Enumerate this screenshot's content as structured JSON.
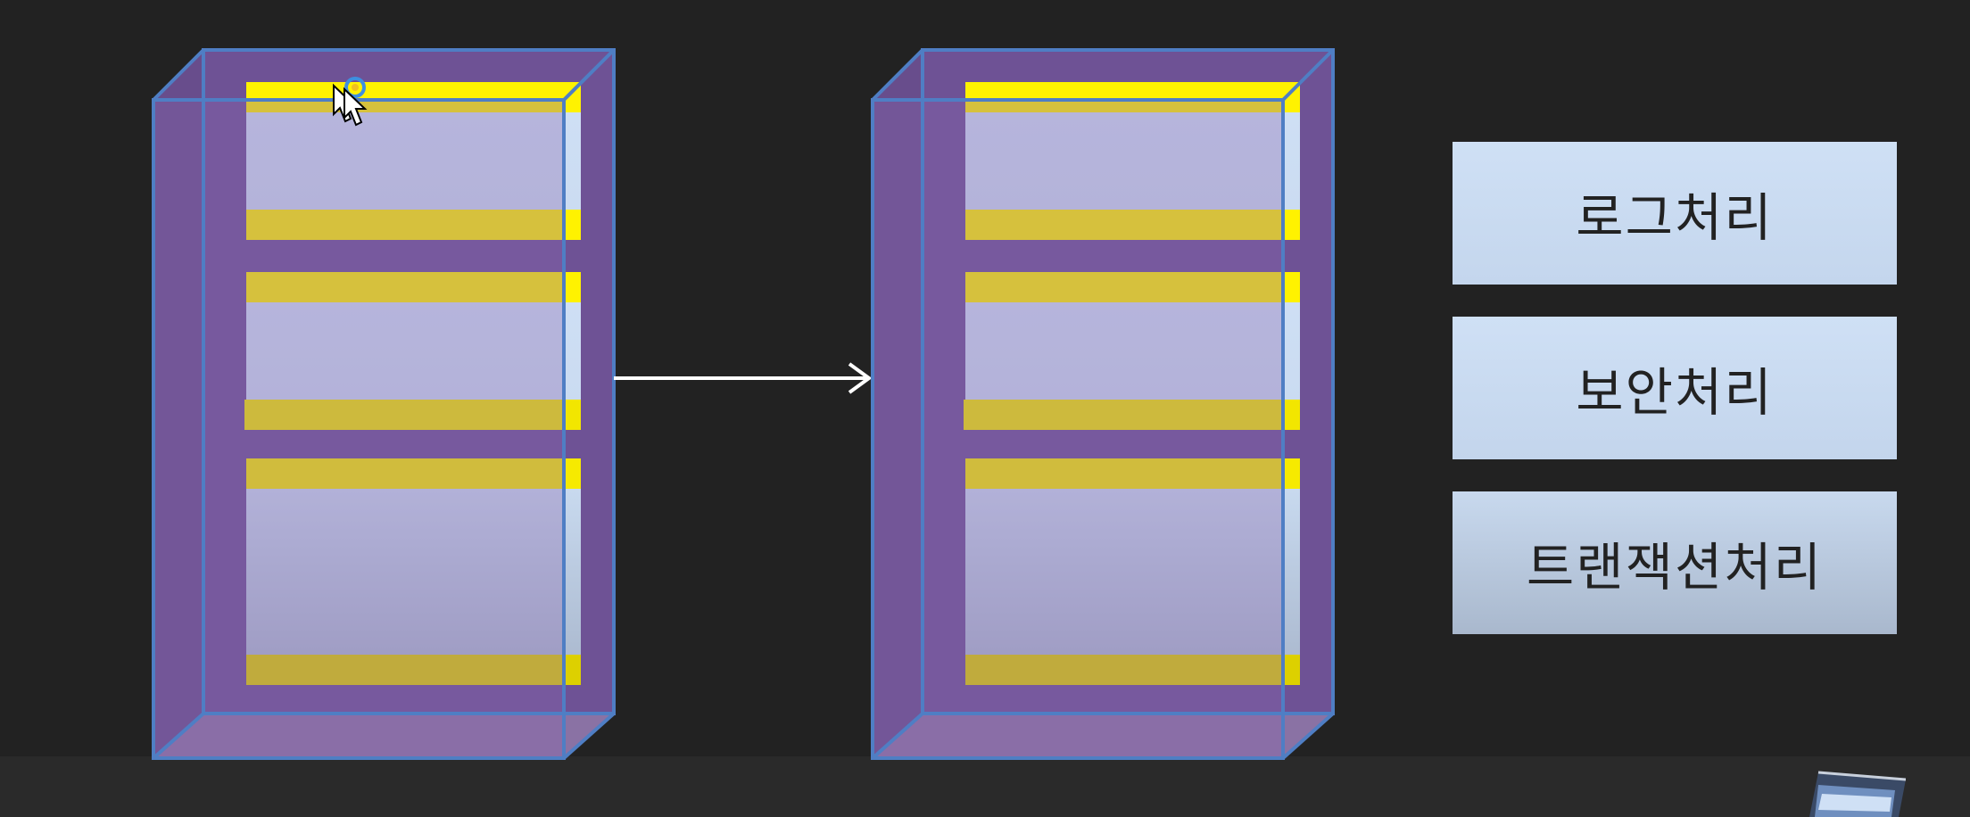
{
  "concerns": {
    "logging": "로그처리",
    "security": "보안처리",
    "transaction": "트랜잭션처리"
  },
  "colors": {
    "background": "#222222",
    "box_fill": "#7a5aa0",
    "box_edge": "#4f7ec4",
    "layer_fill": "#cfe0f5",
    "layer_band": "#fff200",
    "arrow": "#ffffff"
  },
  "icons": {
    "cursor": "mouse-pointer-icon",
    "thumbnail": "slide-thumbnail-icon"
  }
}
